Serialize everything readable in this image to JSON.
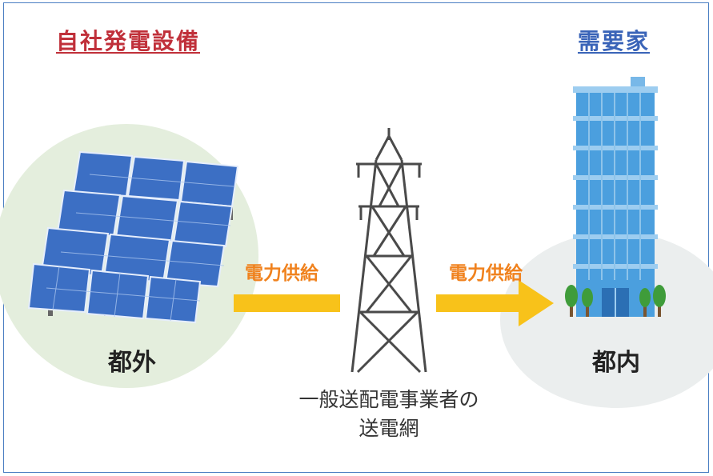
{
  "source": {
    "title": "自社発電設備",
    "region": "都外",
    "title_color": "#c0303a"
  },
  "consumer": {
    "title": "需要家",
    "region": "都内",
    "title_color": "#3a64b8"
  },
  "supply_labels": [
    "電力供給",
    "電力供給"
  ],
  "network": {
    "line1": "一般送配電事業者の",
    "line2": "送電網"
  },
  "colors": {
    "frame": "#4a7ec2",
    "arrow": "#f8c21a",
    "supply_text": "#f0821e",
    "left_circle": "#e4eedd",
    "right_circle": "#ebeeee",
    "panel": "#3c6fc4",
    "building": "#4b9fde"
  },
  "icons": [
    "solar-panel-array-icon",
    "transmission-tower-icon",
    "office-building-icon",
    "tree-icon"
  ]
}
